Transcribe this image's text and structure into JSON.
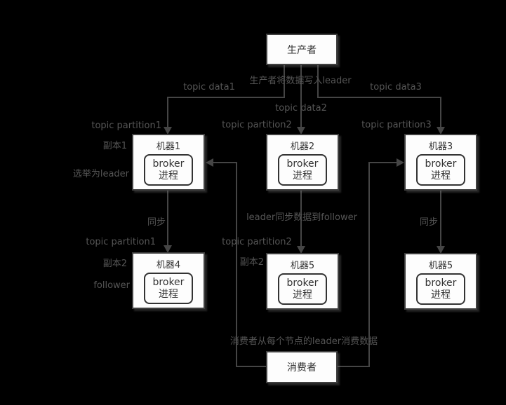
{
  "colors": {
    "bg": "#000000",
    "box_bg": "#fdfdfd",
    "box_border": "#3f3f3f",
    "line": "#454545",
    "label": "#555555",
    "box_text": "#333333"
  },
  "nodes": {
    "producer": "生产者",
    "consumer": "消费者",
    "machines": [
      {
        "label": "机器1",
        "proc1": "broker",
        "proc2": "进程"
      },
      {
        "label": "机器2",
        "proc1": "broker",
        "proc2": "进程"
      },
      {
        "label": "机器3",
        "proc1": "broker",
        "proc2": "进程"
      },
      {
        "label": "机器4",
        "proc1": "broker",
        "proc2": "进程"
      },
      {
        "label": "机器5",
        "proc1": "broker",
        "proc2": "进程"
      },
      {
        "label": "机器5",
        "proc1": "broker",
        "proc2": "进程"
      }
    ]
  },
  "labels": {
    "producer_write": "生产者将数据写入leader",
    "topic_data1": "topic data1",
    "topic_data2": "topic data2",
    "topic_data3": "topic data3",
    "topic_partition1_top": "topic partition1",
    "topic_partition2_top": "topic partition2",
    "topic_partition3": "topic partition3",
    "replica1": "副本1",
    "elected_leader": "选举为leader",
    "sync_left": "同步",
    "leader_sync": "leader同步数据到follower",
    "sync_right": "同步",
    "topic_partition1_bottom": "topic partition1",
    "topic_partition2_bottom": "topic partition2",
    "replica2_left": "副本2",
    "replica2_mid": "副本2",
    "follower": "follower",
    "consumer_note": "消费者从每个节点的leader消费数据"
  }
}
